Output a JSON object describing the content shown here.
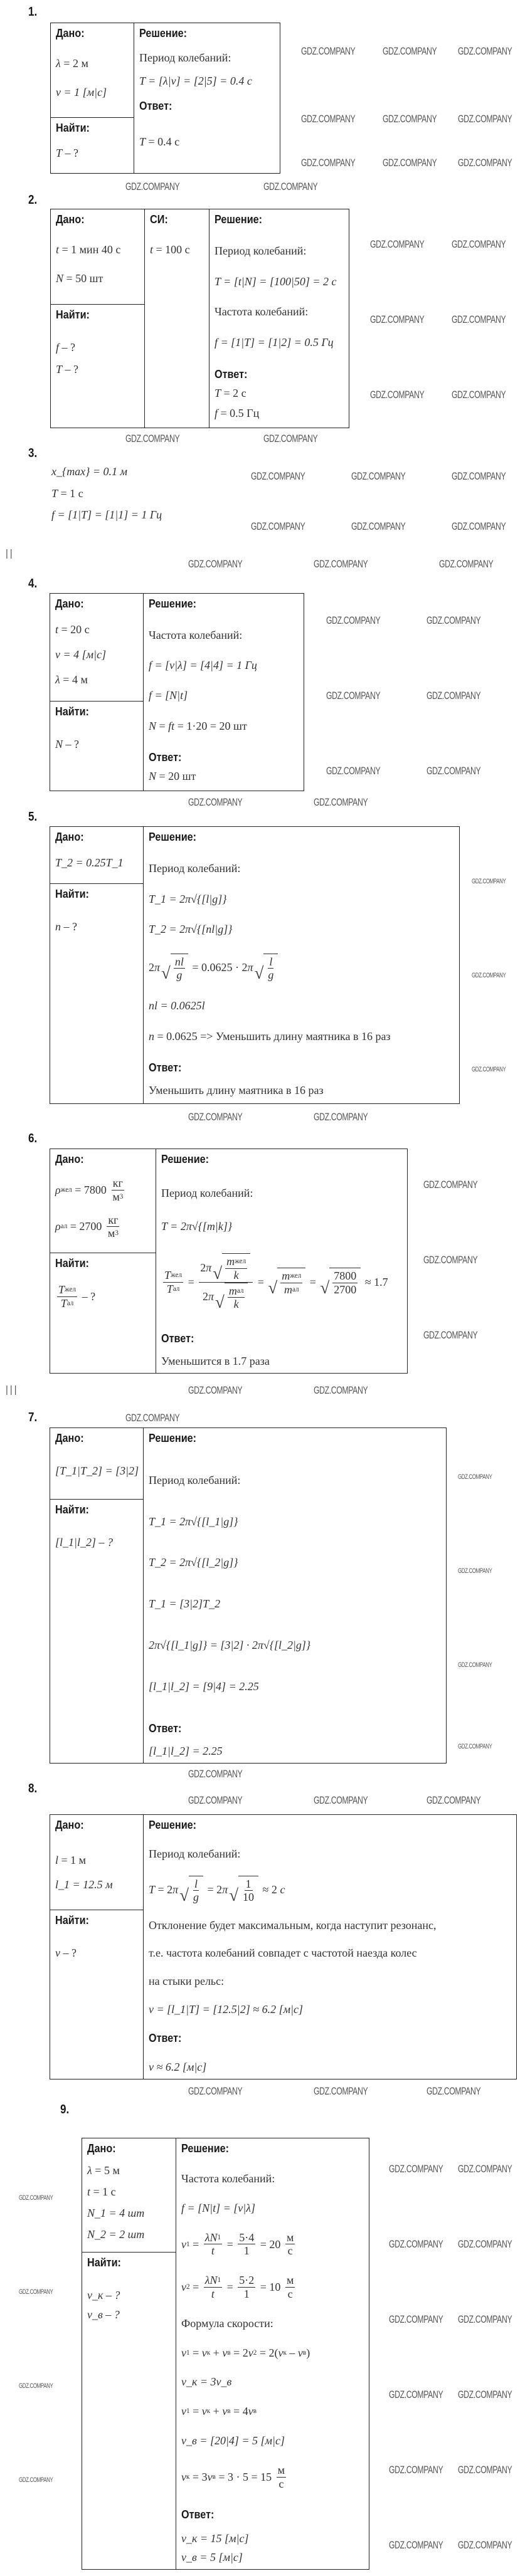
{
  "watermark": "GDZ.COMPANY",
  "labels": {
    "given": "Дано:",
    "si": "СИ:",
    "find": "Найти:",
    "solution": "Решение:",
    "answer": "Ответ:"
  },
  "sections": {
    "II": "II",
    "III": "III"
  },
  "problems": {
    "p1": {
      "number": "1.",
      "given": [
        "λ = 2 м",
        "v = 1 [м|с]"
      ],
      "find": [
        "T – ?"
      ],
      "solution": [
        "Период колебаний:",
        "T = [λ|v] = [2|5] = 0.4 с"
      ],
      "answer": [
        "T = 0.4 с"
      ]
    },
    "p2": {
      "number": "2.",
      "given": [
        "t = 1 мин 40 с",
        "N = 50 шт"
      ],
      "si": [
        "t = 100 с"
      ],
      "find": [
        "f – ?",
        "T – ?"
      ],
      "solution": [
        "Период колебаний:",
        "T = [t|N] = [100|50] = 2 с",
        "Частота колебаний:",
        "f = [1|T] = [1|2] = 0.5 Гц"
      ],
      "answer": [
        "T = 2 с",
        "f = 0.5 Гц"
      ]
    },
    "p3": {
      "number": "3.",
      "lines": [
        "x_{max} = 0.1 м",
        "T = 1 с",
        "f = [1|T] = [1|1] = 1 Гц"
      ]
    },
    "p4": {
      "number": "4.",
      "given": [
        "t = 20 с",
        "v = 4 [м|с]",
        "λ = 4 м"
      ],
      "find": [
        "N – ?"
      ],
      "solution": [
        "Частота колебаний:",
        "f = [v|λ] = [4|4] = 1 Гц",
        "f = [N|t]",
        "N = ft = 1·20 = 20 шт"
      ],
      "answer": [
        "N = 20 шт"
      ]
    },
    "p5": {
      "number": "5.",
      "given": [
        "T_2 = 0.25T_1"
      ],
      "find": [
        "n – ?"
      ],
      "solution": [
        "Период колебаний:",
        "T_1 = 2π√{[l|g]}",
        "T_2 = 2π√{[nl|g]}",
        "2π√{[nl|g]} = 0.0625 · 2π√{[l|g]}",
        "nl = 0.0625l",
        "n = 0.0625 => Уменьшить длину маятника в 16 раз"
      ],
      "answer": [
        "Уменьшить длину маятника в 16 раз"
      ]
    },
    "p6": {
      "number": "6.",
      "given": [
        "ρ_{жел} = 7800 [кг|м^3]",
        "ρ_{ал} = 2700 [кг|м^3]"
      ],
      "find": [
        "[T_{жел}|T_{ал}] – ?"
      ],
      "solution": [
        "Период колебаний:",
        "T = 2π√{[m|k]}",
        "[T_{жел}|T_{ал}] = [2π√{[m_{жел}|k]}|2π√{[m_{ал}|k]}] = √{[m_{жел}|m_{ал}]} = √{[7800|2700]} ≈ 1.7"
      ],
      "answer": [
        "Уменьшится в 1.7 раза"
      ]
    },
    "p7": {
      "number": "7.",
      "given": [
        "[T_1|T_2] = [3|2]"
      ],
      "find": [
        "[l_1|l_2] – ?"
      ],
      "solution": [
        "Период колебаний:",
        "T_1 = 2π√{[l_1|g]}",
        "T_2 = 2π√{[l_2|g]}",
        "T_1 = [3|2]T_2",
        "2π√{[l_1|g]} = [3|2] · 2π√{[l_2|g]}",
        "[l_1|l_2] = [9|4] = 2.25"
      ],
      "answer": [
        "[l_1|l_2] = 2.25"
      ]
    },
    "p8": {
      "number": "8.",
      "given": [
        "l = 1 м",
        "l_1 = 12.5 м"
      ],
      "find": [
        "v – ?"
      ],
      "solution": [
        "Период колебаний:",
        "T = 2π√{[l|g]} = 2π√{[1|10]} ≈ 2 c",
        "Отклонение будет максимальным, когда наступит резонанс,",
        "т.е. частота колебаний совпадет с частотой наезда колес",
        "на стыки рельс:",
        "v = [l_1|T] = [12.5|2] ≈ 6.2 [м|с]"
      ],
      "answer": [
        "v ≈ 6.2 [м|с]"
      ]
    },
    "p9": {
      "number": "9.",
      "given": [
        "λ = 5 м",
        "t = 1 с",
        "N_1 = 4 шт",
        "N_2 = 2 шт"
      ],
      "find": [
        "v_к – ?",
        "v_в – ?"
      ],
      "solution": [
        "Частота колебаний:",
        "f = [N|t] = [v|λ]",
        "v_1 = [λN_1|t] = [5·4|1] = 20 [м|с]",
        "v_2 = [λN_1|t] = [5·2|1] = 10 [м|с]",
        "Формула скорости:",
        "v_1 = v_к + v_в = 2v_2 = 2(v_к – v_в)",
        "v_к = 3v_в",
        "v_1 = v_к + v_в = 4v_в",
        "v_в = [20|4] = 5 [м|с]",
        "v_к = 3v_в = 3 · 5 = 15 [м|с]"
      ],
      "answer": [
        "v_к = 15 [м|с]",
        "v_в = 5 [м|с]"
      ]
    }
  }
}
